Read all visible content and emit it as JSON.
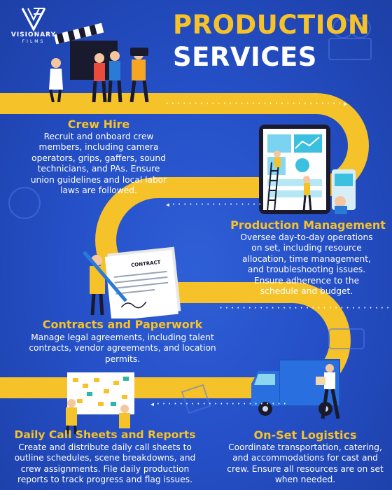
{
  "brand": {
    "name": "VISIONARY",
    "sub": "FILMS"
  },
  "title": {
    "line1": "PRODUCTION",
    "line2": "SERVICES"
  },
  "colors": {
    "background": "#2550c8",
    "accent": "#f6c229",
    "text": "#ffffff"
  },
  "sections": [
    {
      "heading": "Crew Hire",
      "body": [
        "Recruit and onboard crew",
        "members, including camera",
        "operators, grips, gaffers, sound",
        "technicians, and PAs. Ensure",
        "union guidelines and local labor",
        "laws are followed."
      ]
    },
    {
      "heading": "Production Management",
      "body": [
        "Oversee day-to-day operations",
        "on set, including resource",
        "allocation, time management,",
        "and troubleshooting issues.",
        "Ensure adherence to the",
        "schedule and budget."
      ]
    },
    {
      "heading": "Contracts and Paperwork",
      "body": [
        "Manage legal agreements, including talent",
        "contracts, vendor agreements, and location",
        "permits."
      ]
    },
    {
      "heading": "Daily Call Sheets and Reports",
      "body": [
        "Create and distribute daily call sheets to",
        "outline schedules, scene breakdowns, and",
        "crew assignments. File daily production",
        "reports to track progress and flag issues."
      ]
    },
    {
      "heading": "On-Set Logistics",
      "body": [
        "Coordinate transportation, catering,",
        "and accommodations for cast and",
        "crew. Ensure all resources are on set",
        "when needed."
      ]
    }
  ],
  "illustrations": {
    "contract_label": "CONTRACT"
  },
  "icons": [
    "visionary-films-logo",
    "film-crew-illustration",
    "tablet-dashboard-illustration",
    "contract-signing-illustration",
    "call-sheet-board-illustration",
    "delivery-truck-illustration",
    "dotted-arrow-right-icon",
    "dotted-arrow-left-icon"
  ]
}
